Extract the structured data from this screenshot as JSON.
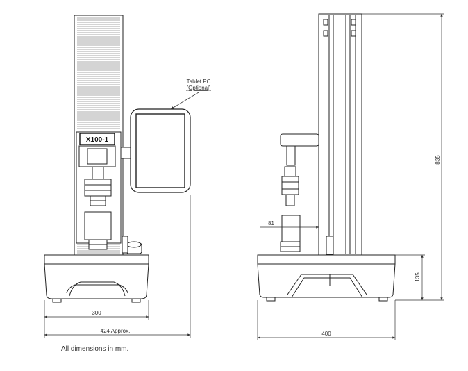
{
  "model_label": "X100-1",
  "tablet_label_line1": "Tablet PC",
  "tablet_label_line2": "(Optional)",
  "dimensions": {
    "front_base_width": "300",
    "front_overall_width": "424 Approx.",
    "side_base_width": "400",
    "side_height": "835",
    "base_height": "135",
    "clearance": "81"
  },
  "footnote": "All dimensions in mm."
}
